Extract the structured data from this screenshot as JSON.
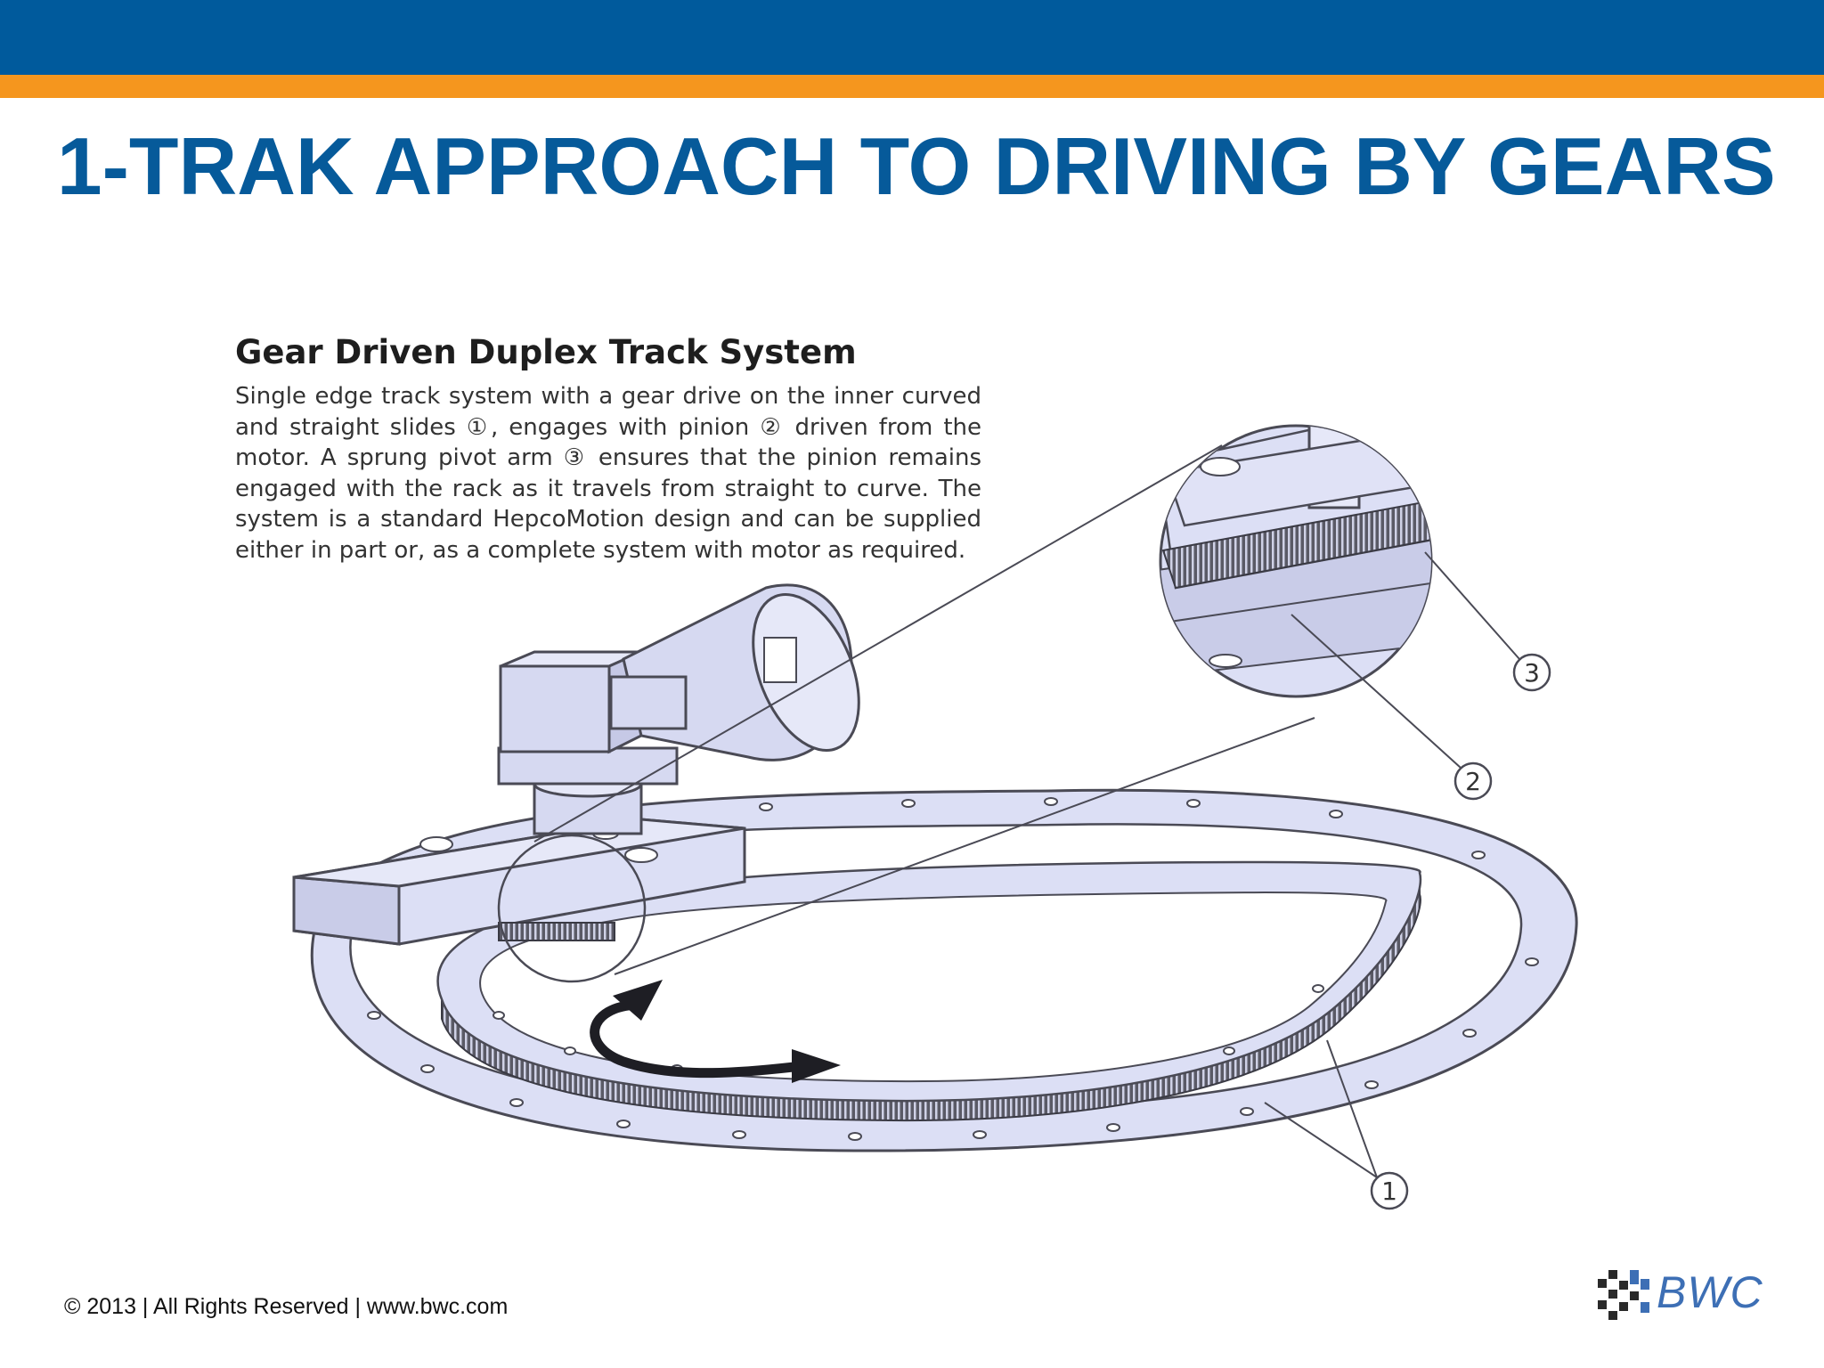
{
  "slide": {
    "title": "1-TRAK APPROACH TO DRIVING BY GEARS",
    "colors": {
      "header_blue": "#005a9c",
      "accent_orange": "#f5961e",
      "title_blue": "#065a9a",
      "track_fill": "#dcdff5",
      "line": "#4a4a55"
    }
  },
  "figure": {
    "heading": "Gear Driven Duplex Track System",
    "caption": "Single edge track system with a gear drive on the inner curved and straight slides ①, engages with pinion ② driven from the motor. A sprung pivot arm ③ ensures that the pinion remains engaged with the rack as it travels from straight to curve. The system is a standard HepcoMotion design and can be supplied either in part or, as a complete system with motor as required.",
    "callouts": {
      "one": "1",
      "two": "2",
      "three": "3"
    }
  },
  "footer": {
    "copyright": "© 2013 | All Rights Reserved | www.bwc.com",
    "logo_text": "BWC",
    "logo_color": "#3d6fb5"
  }
}
